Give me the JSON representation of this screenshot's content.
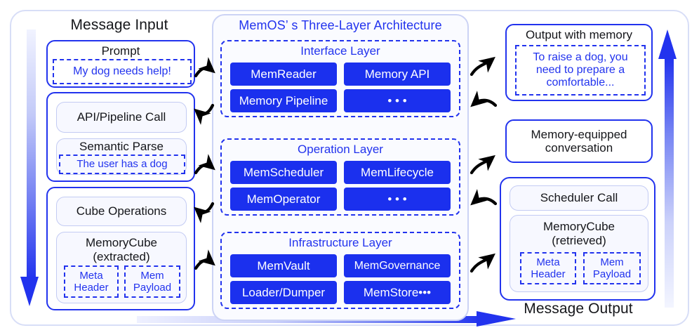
{
  "frame": {
    "accent": "#2233ee",
    "chip_bg": "#1b30ee",
    "panel_border": "#ccd3f5"
  },
  "columns": {
    "input_title": "Message Input",
    "output_title": "Message Output",
    "center_title": "MemOS’ s Three-Layer Architecture"
  },
  "input": {
    "prompt": {
      "label": "Prompt",
      "quote": "My dog needs help!"
    },
    "api_call": {
      "call_label": "API/Pipeline Call",
      "semantic_label": "Semantic Parse",
      "semantic_quote": "The user has a dog"
    },
    "cube": {
      "operations_label": "Cube Operations",
      "cube_title": "MemoryCube",
      "cube_subtitle": "(extracted)",
      "meta_header": "Meta\nHeader",
      "mem_payload": "Mem\nPayload"
    }
  },
  "architecture": {
    "layers": [
      {
        "name": "Interface Layer",
        "chips": [
          "MemReader",
          "Memory API",
          "Memory Pipeline",
          "• • •"
        ]
      },
      {
        "name": "Operation Layer",
        "chips": [
          "MemScheduler",
          "MemLifecycle",
          "MemOperator",
          "• • •"
        ]
      },
      {
        "name": "Infrastructure Layer",
        "chips": [
          "MemVault",
          "MemGovernance",
          "Loader/Dumper",
          "MemStore•••"
        ]
      }
    ]
  },
  "output": {
    "memory_box": {
      "label": "Output with memory",
      "quote": "To raise a dog, you need to prepare a comfortable..."
    },
    "conversation_label": "Memory-equipped\nconversation",
    "scheduler_label": "Scheduler Call",
    "retrieved_cube": {
      "title": "MemoryCube",
      "subtitle": "(retrieved)",
      "meta_header": "Meta\nHeader",
      "mem_payload": "Mem\nPayload"
    }
  },
  "flow_arrows": {
    "left_down_arrow": "downward-gradient-arrow",
    "right_up_arrow": "upward-gradient-arrow",
    "bottom_arrow": "rightward-gradient-arrow"
  }
}
